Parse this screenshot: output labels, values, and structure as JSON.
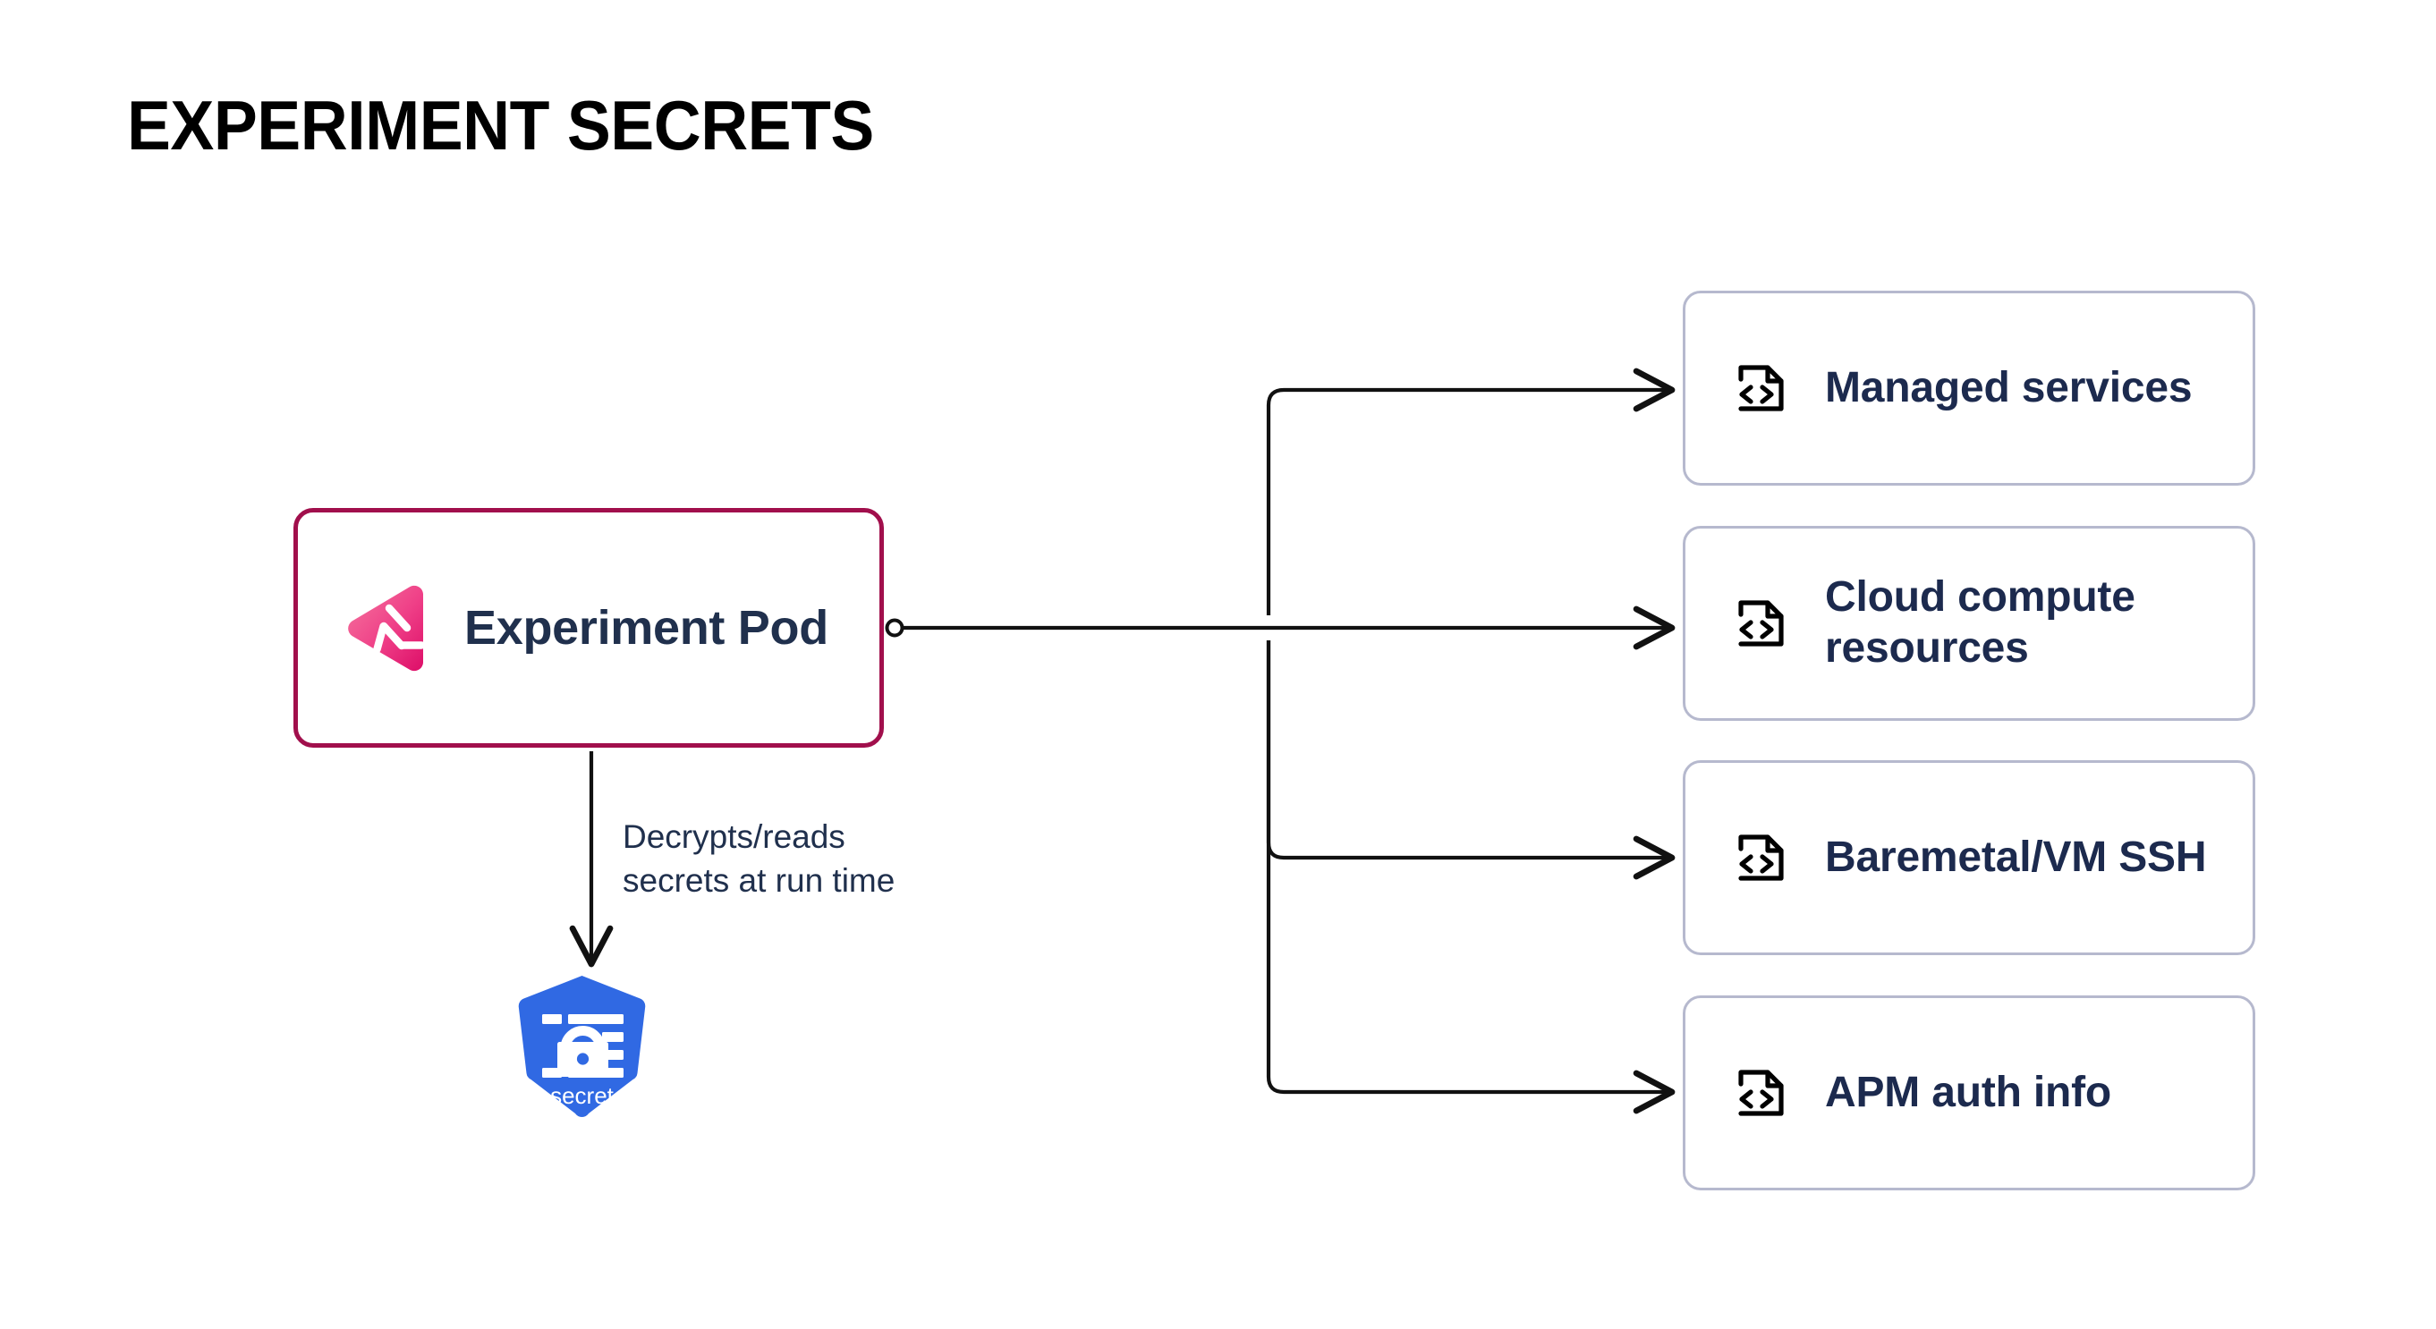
{
  "page": {
    "title": "EXPERIMENT SECRETS",
    "background": "#FFFFFF"
  },
  "colors": {
    "title_text": "#000000",
    "node_text": "#20304D",
    "card_text": "#1C2A4E",
    "pod_border": "#A10F4C",
    "card_border": "#B6B9CE",
    "connector": "#111111",
    "kubernetes_blue": "#3069E3",
    "logo_pink_light": "#F26B9E",
    "logo_pink_dark": "#E2186F"
  },
  "source_node": {
    "label": "Experiment Pod",
    "icon": "gremlin-logo-icon",
    "border_color": "#A10F4C"
  },
  "secret_node": {
    "label": "secret",
    "icon": "kubernetes-secret-icon",
    "shape": "heptagon",
    "color": "#3069E3"
  },
  "edges": [
    {
      "from": "Experiment Pod",
      "to": "secret",
      "label": "Decrypts/reads\nsecrets at run time",
      "direction": "down",
      "arrow": true
    },
    {
      "from": "Experiment Pod",
      "to": "Managed services",
      "direction": "right",
      "arrow": true
    },
    {
      "from": "Experiment Pod",
      "to": "Cloud compute resources",
      "direction": "right",
      "arrow": true
    },
    {
      "from": "Experiment Pod",
      "to": "Baremetal/VM SSH",
      "direction": "right",
      "arrow": true
    },
    {
      "from": "Experiment Pod",
      "to": "APM auth info",
      "direction": "right",
      "arrow": true
    }
  ],
  "target_cards": [
    {
      "label": "Managed services",
      "icon": "file-code-icon"
    },
    {
      "label": "Cloud compute resources",
      "icon": "file-code-icon"
    },
    {
      "label": "Baremetal/VM SSH",
      "icon": "file-code-icon"
    },
    {
      "label": "APM auth info",
      "icon": "file-code-icon"
    }
  ]
}
